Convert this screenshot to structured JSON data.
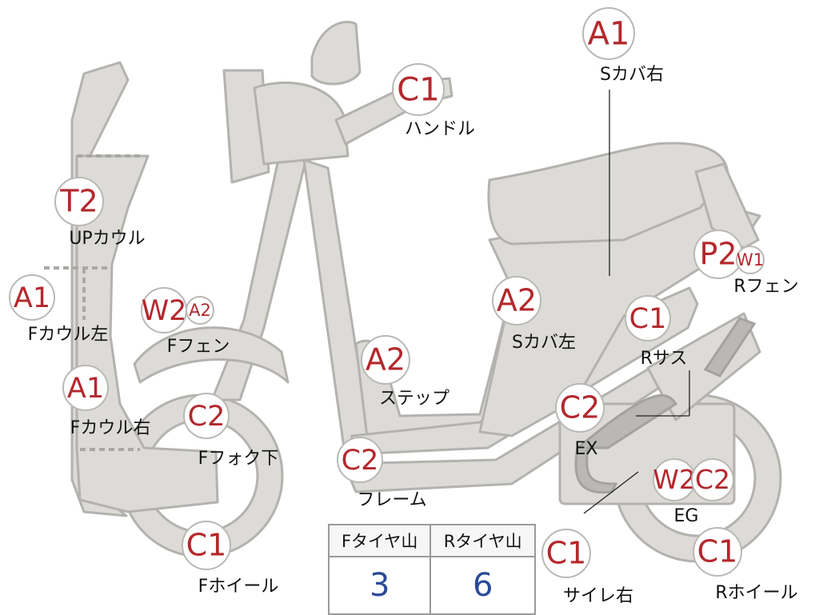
{
  "parts": [
    {
      "id": "handle",
      "grade": "C1",
      "label": "ハンドル"
    },
    {
      "id": "scover-right",
      "grade": "A1",
      "label": "Sカバ右"
    },
    {
      "id": "upcowl",
      "grade": "T2",
      "label": "UPカウル"
    },
    {
      "id": "fcowl-left",
      "grade": "A1",
      "label": "Fカウル左"
    },
    {
      "id": "ffender",
      "grades": [
        "W2",
        "A2"
      ],
      "label": "Fフェン"
    },
    {
      "id": "fcowl-right",
      "grade": "A1",
      "label": "Fカウル右"
    },
    {
      "id": "ffork-lower",
      "grade": "C2",
      "label": "Fフォク下"
    },
    {
      "id": "fwheel",
      "grade": "C1",
      "label": "Fホイール"
    },
    {
      "id": "step",
      "grade": "A2",
      "label": "ステップ"
    },
    {
      "id": "frame",
      "grade": "C2",
      "label": "フレーム"
    },
    {
      "id": "scover-left",
      "grade": "A2",
      "label": "Sカバ左"
    },
    {
      "id": "rfender",
      "grades": [
        "P2",
        "W1"
      ],
      "label": "Rフェン"
    },
    {
      "id": "rsus",
      "grade": "C1",
      "label": "Rサス"
    },
    {
      "id": "ex",
      "grade": "C2",
      "label": "EX"
    },
    {
      "id": "eg",
      "grades": [
        "W2",
        "C2"
      ],
      "label": "EG"
    },
    {
      "id": "silencer-right",
      "grade": "C1",
      "label": "サイレ右"
    },
    {
      "id": "rwheel",
      "grade": "C1",
      "label": "Rホイール"
    }
  ],
  "tire_table": {
    "headers": [
      "Fタイヤ山",
      "Rタイヤ山"
    ],
    "values": [
      "3",
      "6"
    ]
  },
  "colors": {
    "grade_text": "#b3282d",
    "body": "#dcdbd7",
    "outline": "#b3b2ae",
    "table_value": "#2a4a96"
  }
}
